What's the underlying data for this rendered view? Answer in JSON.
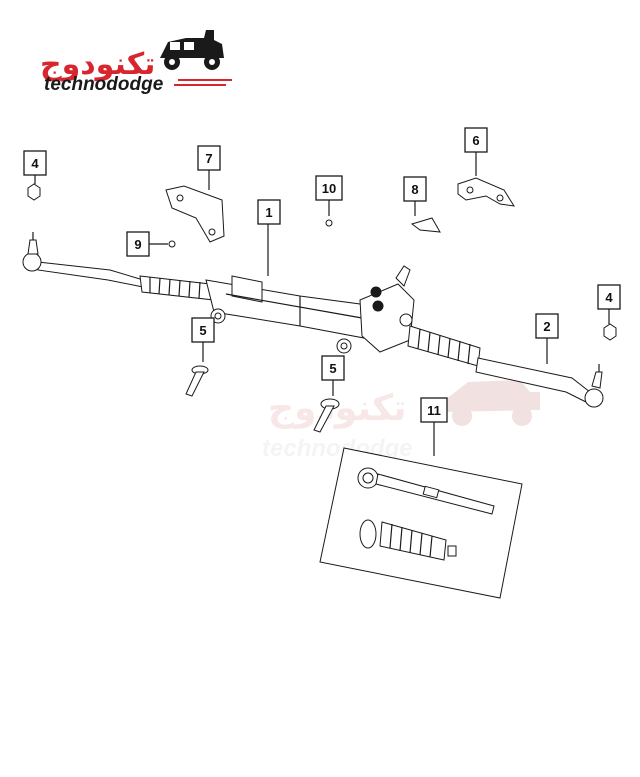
{
  "logo": {
    "arabic_text": "تكنودوج",
    "latin_text": "technododge"
  },
  "watermark": {
    "arabic_text": "تكنودوج",
    "latin_text": "technododge"
  },
  "callouts": [
    {
      "id": "c1",
      "label": "1"
    },
    {
      "id": "c2",
      "label": "2"
    },
    {
      "id": "c4a",
      "label": "4"
    },
    {
      "id": "c4b",
      "label": "4"
    },
    {
      "id": "c5a",
      "label": "5"
    },
    {
      "id": "c5b",
      "label": "5"
    },
    {
      "id": "c6",
      "label": "6"
    },
    {
      "id": "c7",
      "label": "7"
    },
    {
      "id": "c8",
      "label": "8"
    },
    {
      "id": "c9",
      "label": "9"
    },
    {
      "id": "c10",
      "label": "10"
    },
    {
      "id": "c11",
      "label": "11"
    }
  ],
  "colors": {
    "logo_red": "#d7262e",
    "logo_dark": "#1a1a1a",
    "watermark": "#f1d4d4",
    "line": "#1a1a1a"
  }
}
